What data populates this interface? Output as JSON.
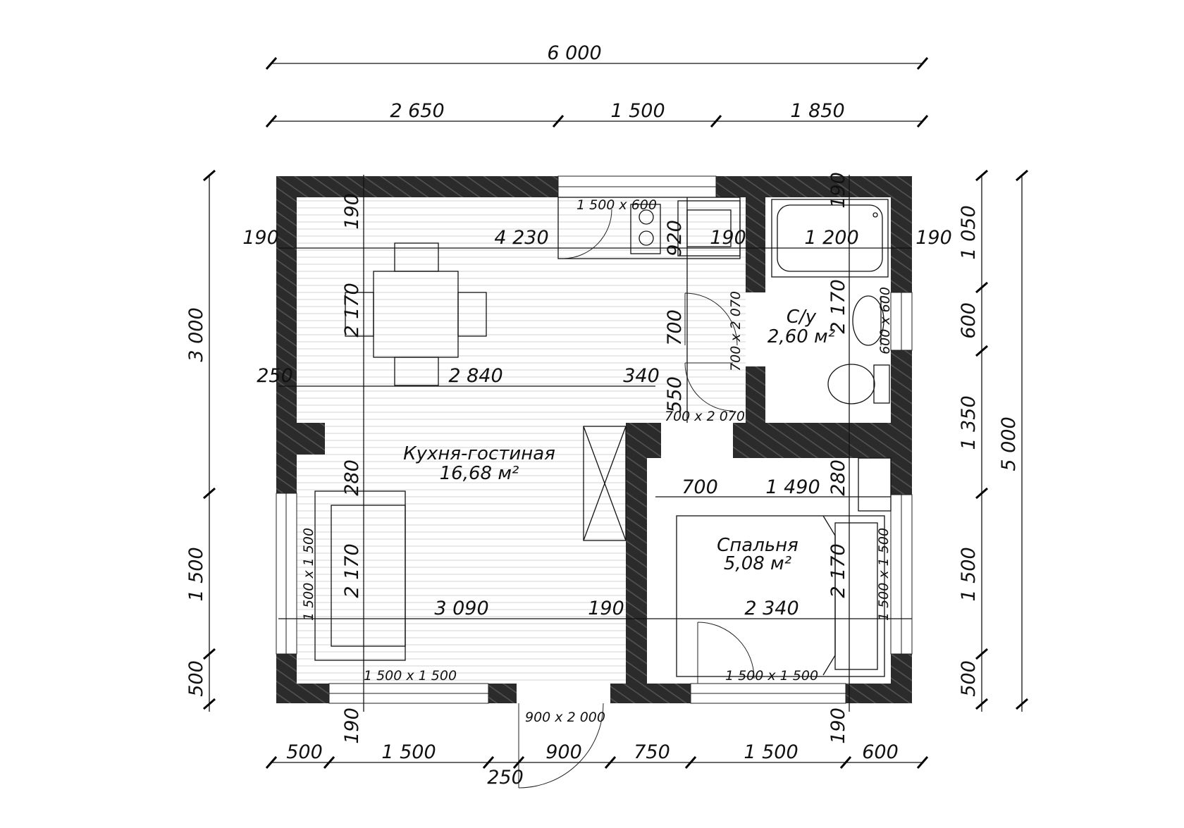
{
  "overall": {
    "width_label": "6 000",
    "height_label": "5 000"
  },
  "top_segments": [
    "2 650",
    "1 500",
    "1 850"
  ],
  "bottom_segments": [
    "500",
    "1 500",
    "900",
    "750",
    "1 500",
    "600"
  ],
  "left_segments": [
    "3 000",
    "1 500",
    "500"
  ],
  "right_segments": [
    "1 050",
    "600",
    "1 350",
    "1 500",
    "500"
  ],
  "rooms": {
    "living": {
      "name": "Кухня-гостиная",
      "area": "16,68 м²"
    },
    "bathroom": {
      "name": "С/у",
      "area": "2,60 м²"
    },
    "bedroom": {
      "name": "Спальня",
      "area": "5,08 м²"
    }
  },
  "openings": {
    "kitchen_window": "1 500 x 600",
    "bath_window": "600 x 600",
    "bath_door": "700 x 2 070",
    "living_door": "700 x 2 070",
    "living_left_window": "1 500 x 1 500",
    "living_bottom_window": "1 500 x 1 500",
    "bedroom_right_window": "1 500 x 1 500",
    "bedroom_bottom_window": "1 500 x 1 500",
    "entry_door": "900 x 2 000"
  },
  "inner_dims": {
    "kitchen_width": "4 230",
    "wall_190_a": "190",
    "wall_190_b": "190",
    "wall_190_c": "190",
    "wall_190_d": "190",
    "wall_190_top": "190",
    "wall_190_bath_top": "190",
    "wall_190_bottom_left": "190",
    "wall_190_bottom_right": "190",
    "bath_width": "1 200",
    "height_2170_a": "2 170",
    "height_2170_b": "2 170",
    "height_2170_c": "2 170",
    "height_2170_d": "2 170",
    "offset_920": "920",
    "offset_700": "700",
    "offset_550": "550",
    "span_250": "250",
    "span_2840": "2 840",
    "span_340": "340",
    "offset_280_a": "280",
    "offset_280_b": "280",
    "span_700": "700",
    "span_1490": "1 490",
    "span_3090": "3 090",
    "span_190_mid": "190",
    "span_2340": "2 340",
    "span_250_bottom": "250"
  }
}
